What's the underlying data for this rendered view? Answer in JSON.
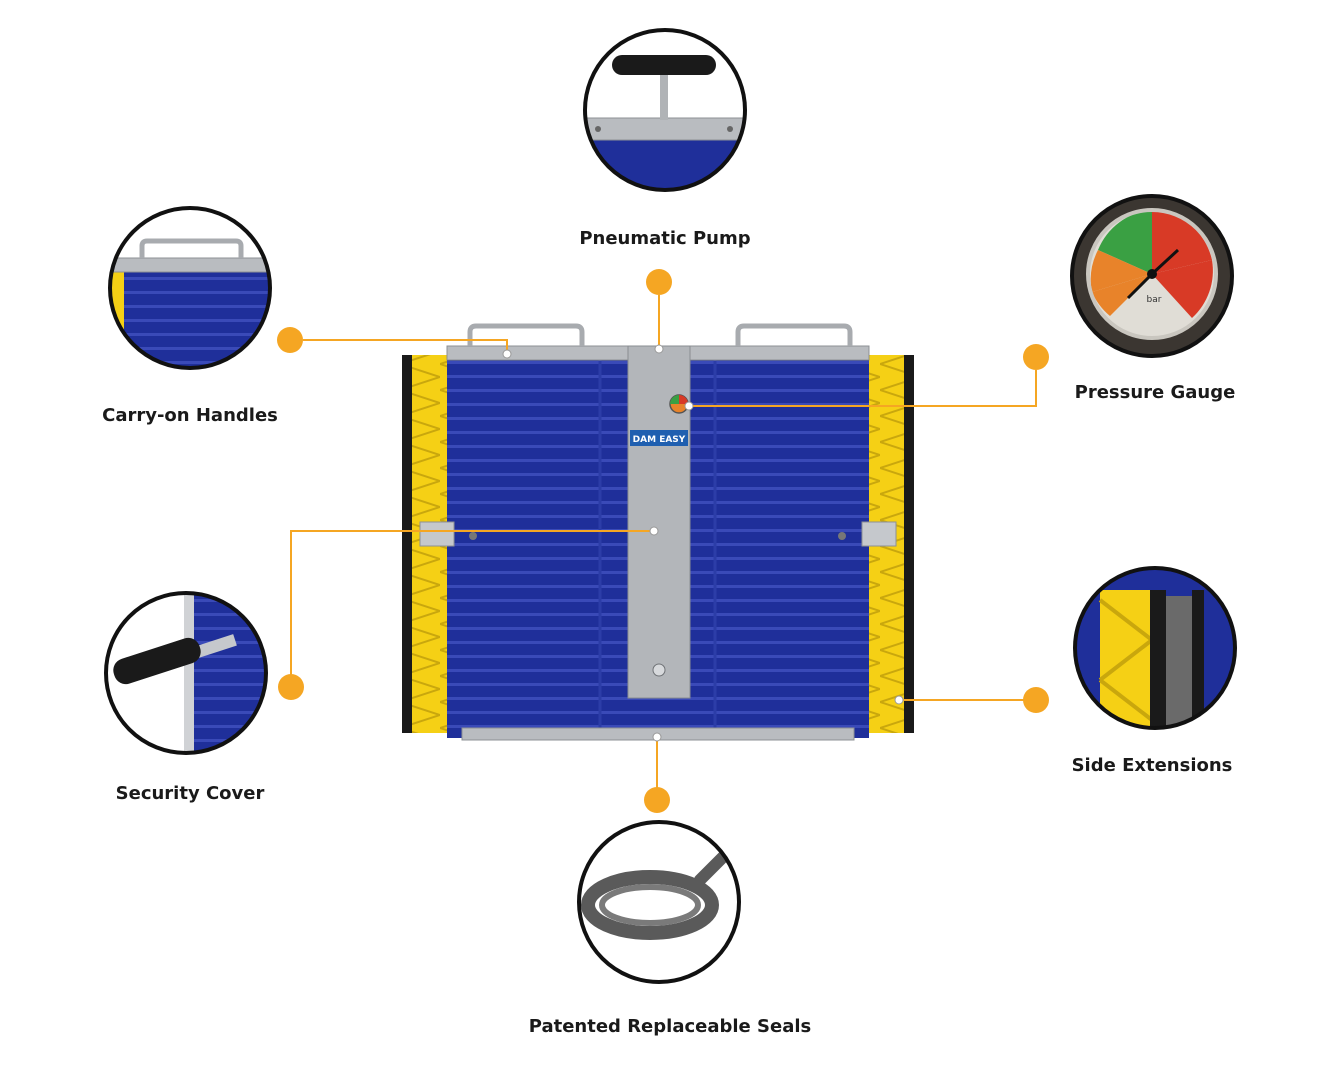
{
  "colors": {
    "accent": "#f5a623",
    "panel_blue": "#1f2f9a",
    "frame_yellow": "#f5d015",
    "steel": "#b9bcc0",
    "gauge_green": "#3aa043",
    "gauge_orange": "#e8832a",
    "gauge_red": "#d83a26"
  },
  "callouts": {
    "pneumatic_pump": "Pneumatic Pump",
    "carry_on_handles": "Carry-on Handles",
    "pressure_gauge": "Pressure Gauge",
    "security_cover": "Security Cover",
    "side_extensions": "Side Extensions",
    "patented_seals": "Patented Replaceable Seals"
  },
  "product": {
    "logo_text": "DAM EASY"
  },
  "gauge": {
    "unit": "bar"
  }
}
